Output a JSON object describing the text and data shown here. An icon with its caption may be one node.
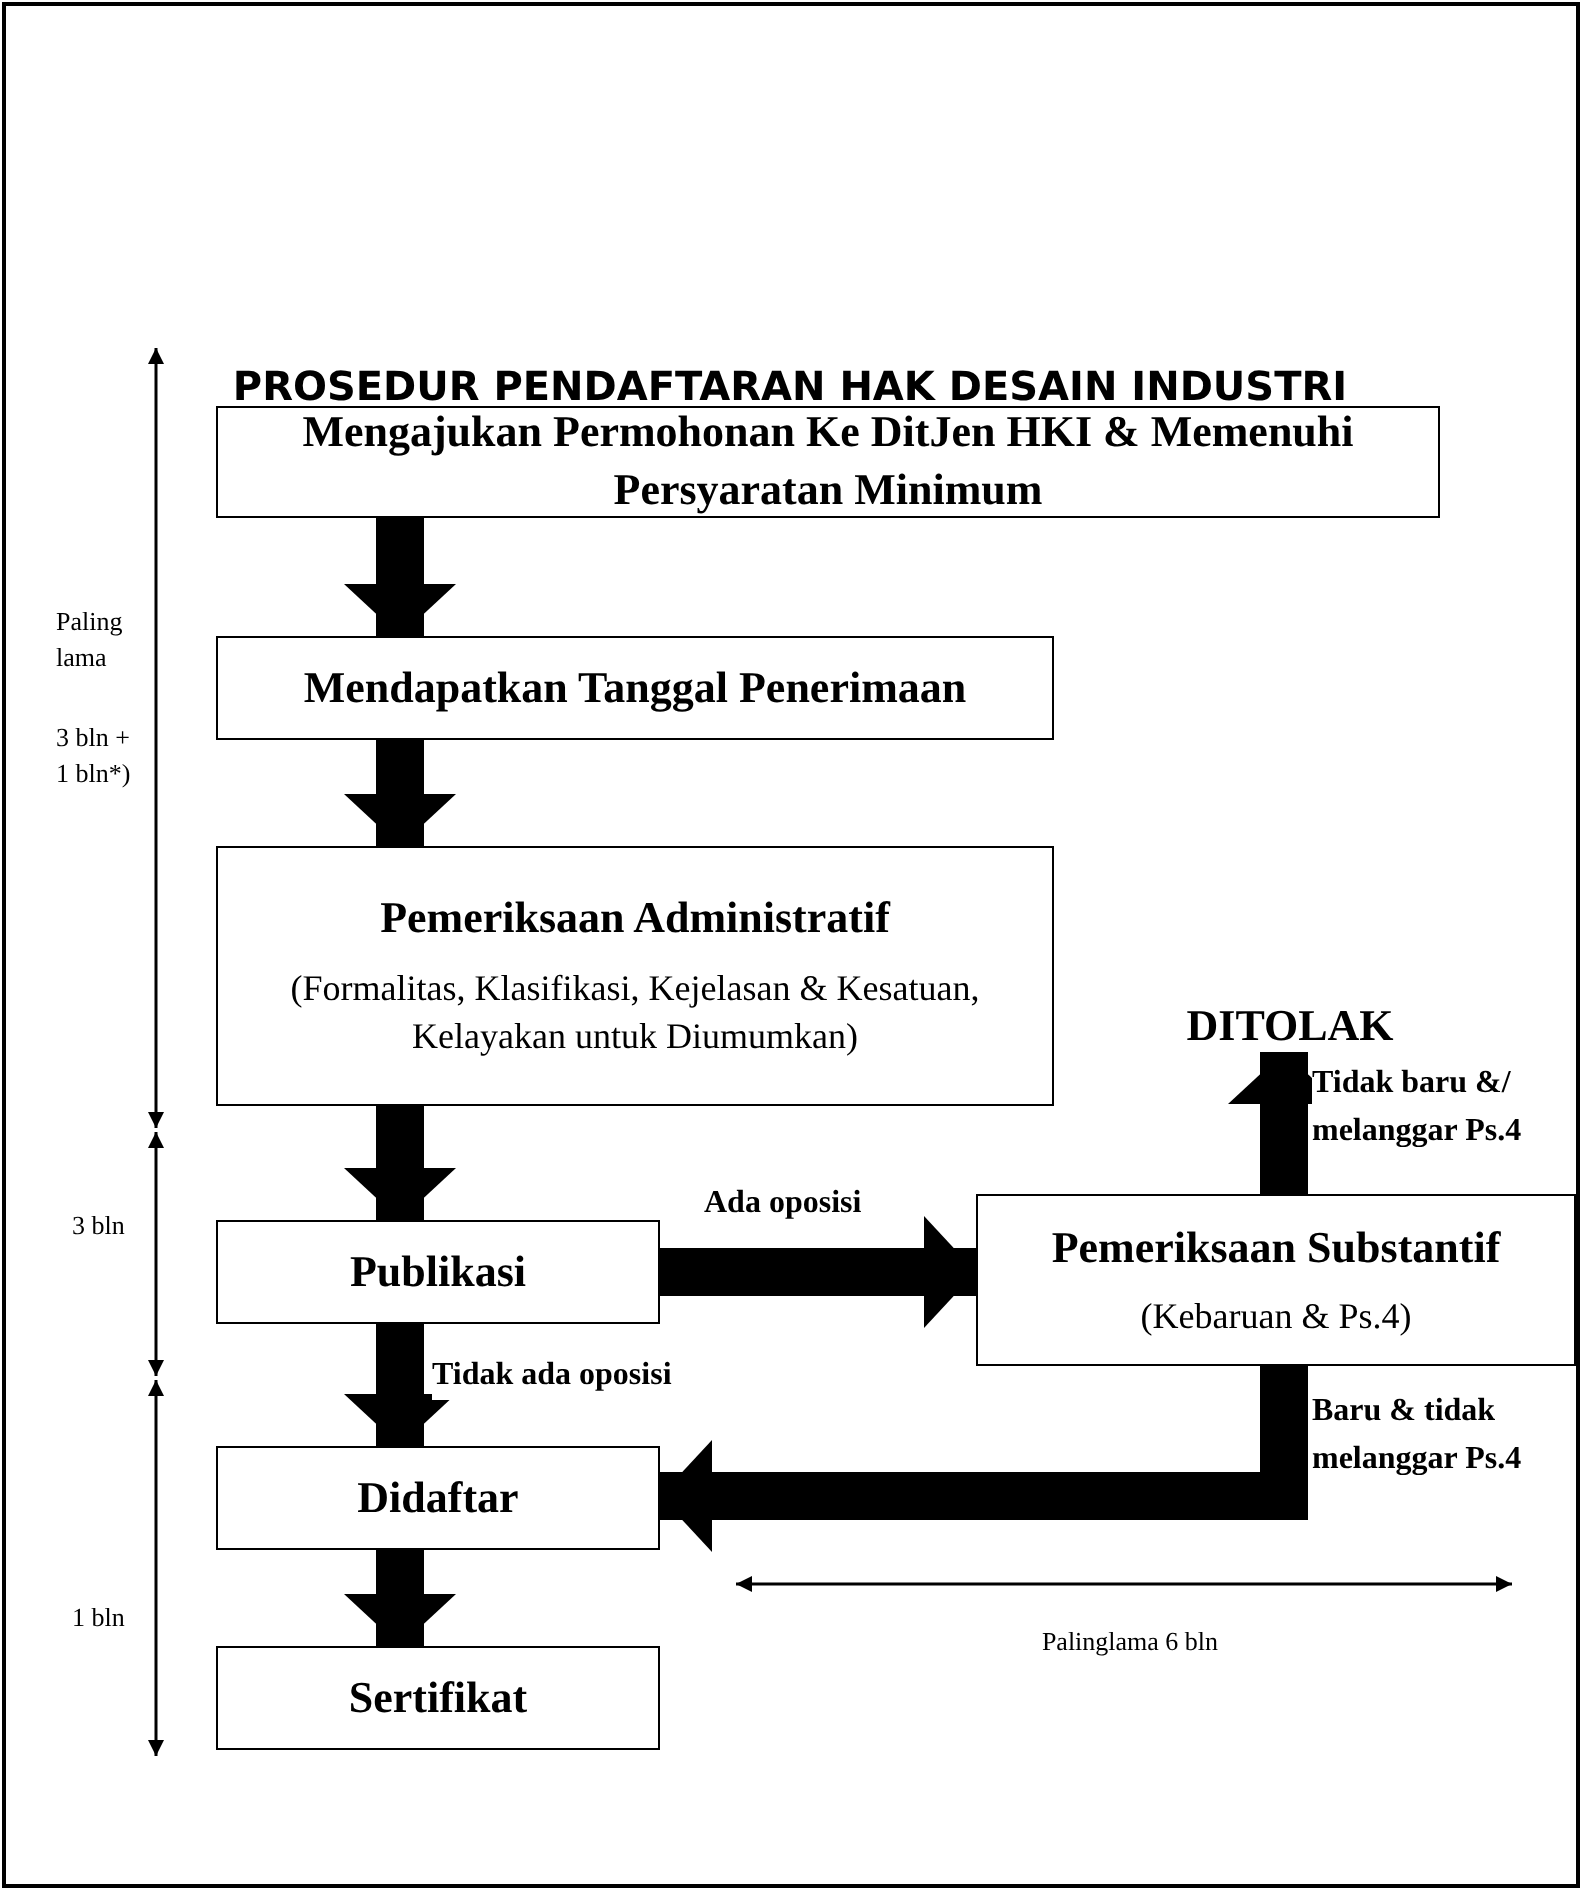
{
  "diagram": {
    "title": "PROSEDUR PENDAFTARAN HAK DESAIN INDUSTRI",
    "nodes": [
      {
        "text": [
          "Mengajukan Permohonan Ke DitJen HKI & Memenuhi Persyaratan Minimum"
        ]
      },
      {
        "text": [
          "Mendapatkan Tanggal Penerimaan"
        ]
      },
      {
        "text": [
          "Pemeriksaan Administratif",
          "(Formalitas, Klasifikasi, Kejelasan & Kesatuan, Kelayakan untuk Diumumkan)"
        ]
      },
      {
        "text": [
          "Publikasi"
        ]
      },
      {
        "text": [
          "Pemeriksaan Substantif",
          "(Kebaruan & Ps.4)"
        ]
      },
      {
        "text": [
          "DITOLAK"
        ]
      },
      {
        "text": [
          "Didaftar"
        ]
      },
      {
        "text": [
          "Sertifikat"
        ]
      }
    ],
    "edges": [
      {
        "from": 0,
        "to": 1,
        "arrow": "to"
      },
      {
        "from": 1,
        "to": 2,
        "arrow": "to"
      },
      {
        "from": 2,
        "to": 3,
        "arrow": "to"
      },
      {
        "from": 3,
        "to": 4,
        "arrow": "to",
        "label": "Ada oposisi"
      },
      {
        "from": 4,
        "to": 5,
        "arrow": "to",
        "label": "Tidak baru &/ melanggar Ps.4"
      },
      {
        "from": 3,
        "to": 6,
        "arrow": "to",
        "label": "Tidak ada oposisi"
      },
      {
        "from": 4,
        "to": 6,
        "arrow": "to",
        "label": "Baru & tidak melanggar Ps.4"
      },
      {
        "from": 6,
        "to": 7,
        "arrow": "to"
      }
    ],
    "labels": [
      "Paling lama",
      "3 bln + 1 bln*)",
      "3 bln",
      "1 bln",
      "Palinglama 6 bln"
    ]
  }
}
